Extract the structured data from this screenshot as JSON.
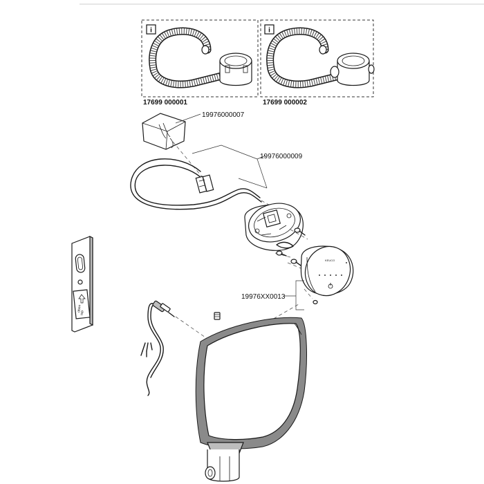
{
  "labels": {
    "kit_option_1": "17699 000001",
    "kit_option_2": "17699 000002",
    "junction_box": "19976000007",
    "cable_set": "19976000009",
    "control_unit": "19976XX0013",
    "info_glyph": "i",
    "plate_text_1": "oben",
    "plate_text_2": "top",
    "brand_mark": "KEUCO"
  },
  "icons": {
    "info": "info-icon",
    "arrow": "arrow-up-icon",
    "power": "power-icon"
  }
}
